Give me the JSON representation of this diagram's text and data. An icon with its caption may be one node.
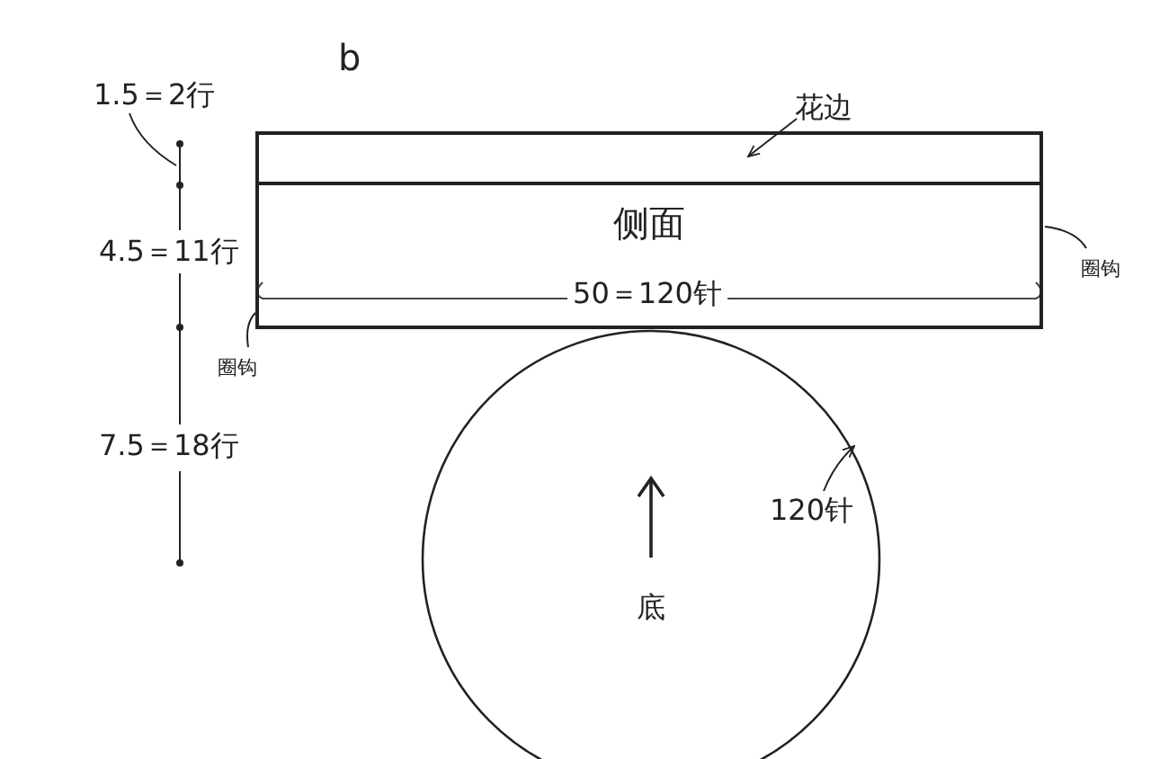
{
  "diagram": {
    "nodes": [
      {
        "text": [
          "1.5＝2行"
        ]
      },
      {
        "text": [
          "花边"
        ]
      },
      {
        "text": [],
        "shape": "box"
      },
      {
        "text": [
          "侧面"
        ]
      },
      {
        "text": [
          "圈钩"
        ]
      },
      {
        "text": [
          "圈钩"
        ]
      },
      {
        "text": [
          "底"
        ]
      },
      {
        "text": [
          "120针"
        ],
        "in": 6
      }
    ],
    "edges": [
      {
        "from": 0,
        "to": null,
        "arrow": "none"
      },
      {
        "from": 1,
        "to": 2,
        "arrow": "to"
      },
      {
        "from": 4,
        "to": 3,
        "arrow": "none"
      },
      {
        "from": 5,
        "to": 3,
        "arrow": "none"
      },
      {
        "from": 7,
        "to": 6,
        "arrow": "to"
      }
    ],
    "labels": [
      "b",
      "4.5＝11行",
      "50＝120针",
      "7.5＝18行"
    ]
  }
}
